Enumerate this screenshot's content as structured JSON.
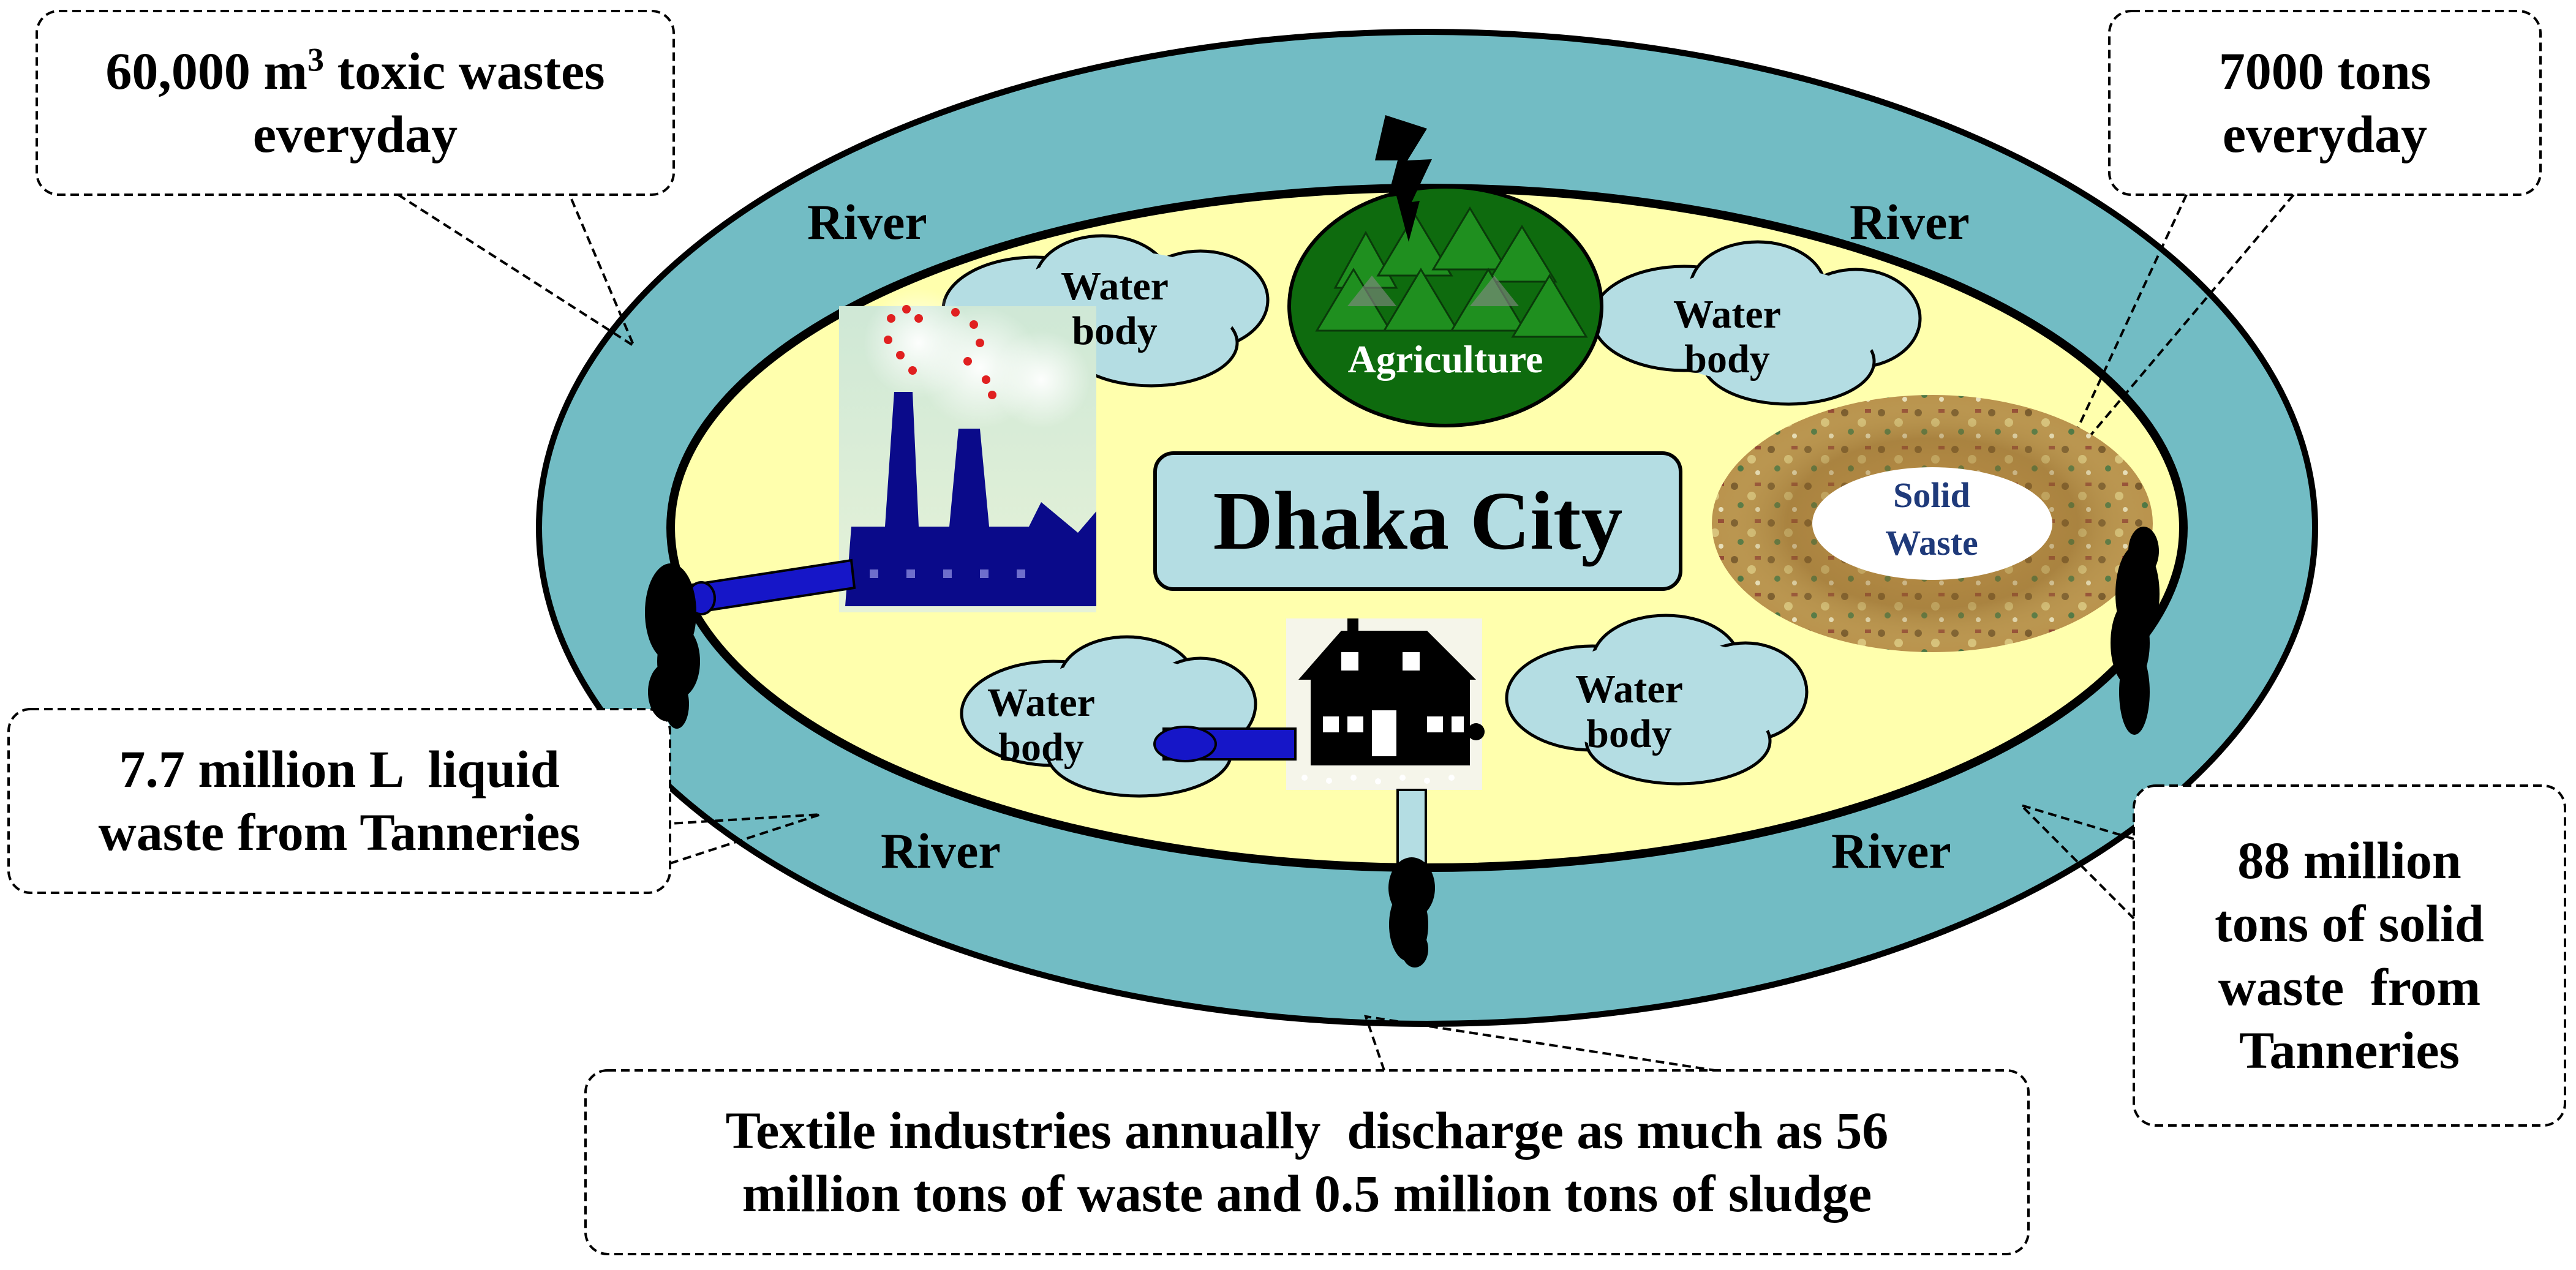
{
  "callouts": {
    "top_left_line1": "60,000 m",
    "top_left_sup": "3",
    "top_left_line1_rest": " toxic wastes",
    "top_left_line2": "everyday",
    "top_right_line1": "7000 tons",
    "top_right_line2": "everyday",
    "mid_left_line1": "7.7 million L  liquid",
    "mid_left_line2": "waste from Tanneries",
    "bottom_right_line1": "88 million",
    "bottom_right_line2": "tons of solid",
    "bottom_right_line3": "waste  from",
    "bottom_right_line4": "Tanneries",
    "bottom_line1": "Textile industries annually  discharge as much as 56",
    "bottom_line2": "million tons of waste and 0.5 million tons of sludge"
  },
  "labels": {
    "river": "River",
    "water_body_1": "Water",
    "water_body_2": "body",
    "city": "Dhaka City",
    "agriculture": "Agriculture",
    "solid_waste_1": "Solid",
    "solid_waste_2": "Waste"
  },
  "colors": {
    "river": "#72bcc4",
    "land": "#ffffad",
    "water_body": "#b4dde3",
    "agriculture": "#0e6b0e",
    "factory": "#0a0a8a",
    "pipe": "#1616c8",
    "outlet": "#000000",
    "solid_waste_text": "#1f3a7a"
  },
  "icons": [
    "factory-icon",
    "house-icon",
    "forest-icon",
    "lightning-icon",
    "garbage-heap-icon",
    "pipe-icon",
    "outlet-icon"
  ]
}
